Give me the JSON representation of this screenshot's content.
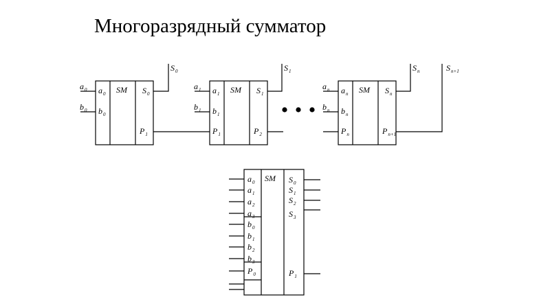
{
  "title": "Многоразрядный сумматор",
  "top_row": {
    "adders": [
      {
        "name": "SM",
        "inputs": [
          {
            "ext": "a",
            "ext_sub": "0",
            "int": "a",
            "int_sub": "0"
          },
          {
            "ext": "b",
            "ext_sub": "0",
            "int": "b",
            "int_sub": "0"
          }
        ],
        "carry_in": null,
        "sum_out": {
          "int": "S",
          "int_sub": "0",
          "ext": "S",
          "ext_sub": "0"
        },
        "carry_out": {
          "int": "P",
          "int_sub": "1"
        }
      },
      {
        "name": "SM",
        "inputs": [
          {
            "ext": "a",
            "ext_sub": "1",
            "int": "a",
            "int_sub": "1"
          },
          {
            "ext": "b",
            "ext_sub": "1",
            "int": "b",
            "int_sub": "1"
          }
        ],
        "carry_in": {
          "int": "P",
          "int_sub": "1"
        },
        "sum_out": {
          "int": "S",
          "int_sub": "1",
          "ext": "S",
          "ext_sub": "1"
        },
        "carry_out": {
          "int": "P",
          "int_sub": "2"
        }
      },
      {
        "name": "SM",
        "inputs": [
          {
            "ext": "a",
            "ext_sub": "n",
            "int": "a",
            "int_sub": "n"
          },
          {
            "ext": "b",
            "ext_sub": "n",
            "int": "b",
            "int_sub": "n"
          }
        ],
        "carry_in": {
          "int": "P",
          "int_sub": "n"
        },
        "sum_out": {
          "int": "S",
          "int_sub": "n",
          "ext": "S",
          "ext_sub": "n"
        },
        "carry_out": {
          "int": "P",
          "int_sub": "n+1",
          "ext": "S",
          "ext_sub": "n+1"
        }
      }
    ],
    "ellipsis": "• • •"
  },
  "bottom_block": {
    "name": "SM",
    "inputs_a": [
      {
        "label": "a",
        "sub": "0"
      },
      {
        "label": "a",
        "sub": "1"
      },
      {
        "label": "a",
        "sub": "2"
      },
      {
        "label": "a",
        "sub": "3"
      }
    ],
    "inputs_b": [
      {
        "label": "b",
        "sub": "0"
      },
      {
        "label": "b",
        "sub": "1"
      },
      {
        "label": "b",
        "sub": "2"
      },
      {
        "label": "b",
        "sub": "3"
      }
    ],
    "carry_in": {
      "label": "P",
      "sub": "0"
    },
    "outputs": [
      {
        "label": "S",
        "sub": "0"
      },
      {
        "label": "S",
        "sub": "1"
      },
      {
        "label": "S",
        "sub": "2"
      },
      {
        "label": "S",
        "sub": "3"
      }
    ],
    "carry_out": {
      "label": "P",
      "sub": "1"
    }
  }
}
